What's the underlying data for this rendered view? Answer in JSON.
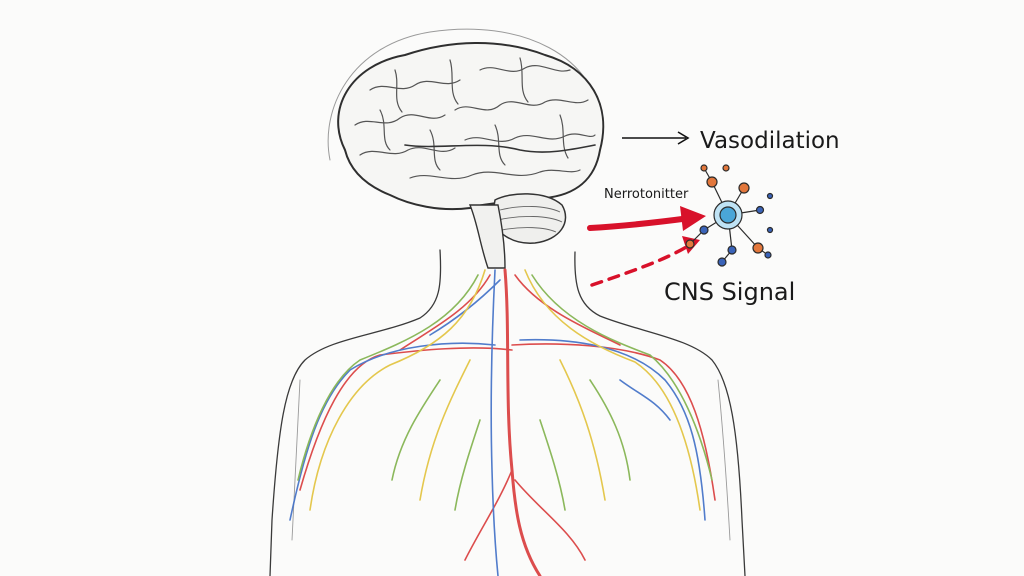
{
  "labels": {
    "vasodilation": "Vasodilation",
    "neurotransmitter": "Nerrotonitter",
    "cns_signal": "CNS Signal"
  },
  "colors": {
    "arrow_red": "#d8112a",
    "nerve_red": "#d93b3b",
    "nerve_blue": "#3f6fc7",
    "nerve_yellow": "#e2c23b",
    "nerve_green": "#7fb14a",
    "outline": "#333333",
    "molecule_center": "#4aa6d8",
    "molecule_orange": "#e2773c",
    "molecule_blue": "#3a63b8"
  }
}
